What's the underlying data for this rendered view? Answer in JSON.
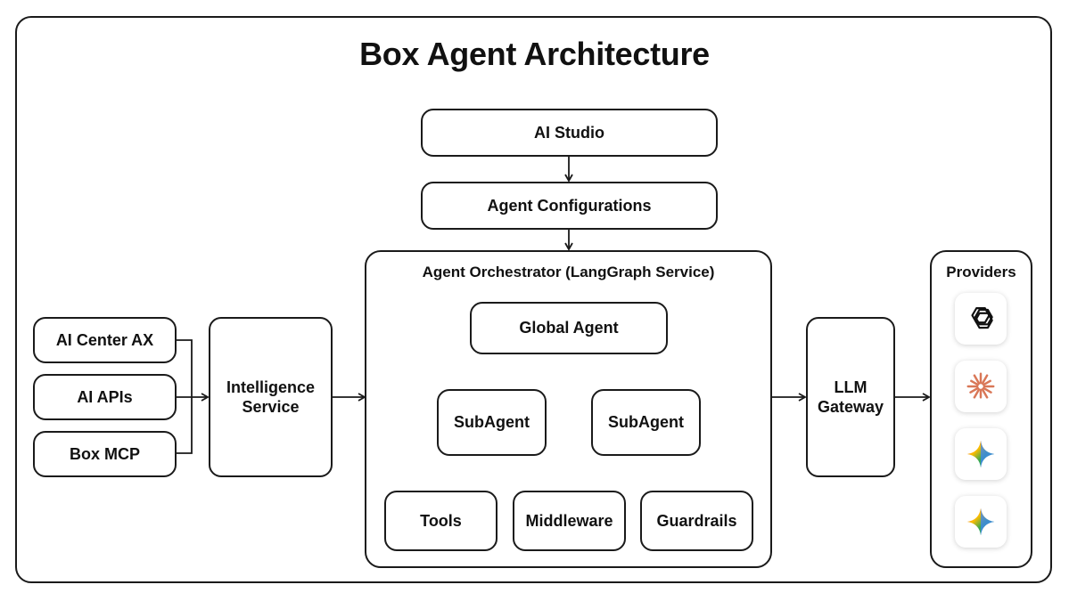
{
  "title": "Box Agent Architecture",
  "top": {
    "ai_studio": "AI Studio",
    "agent_configurations": "Agent Configurations"
  },
  "inputs": {
    "ai_center_ax": "AI Center AX",
    "ai_apis": "AI APIs",
    "box_mcp": "Box MCP"
  },
  "intelligence_service": {
    "line1": "Intelligence",
    "line2": "Service"
  },
  "orchestrator": {
    "label": "Agent Orchestrator (LangGraph Service)",
    "global_agent": "Global Agent",
    "subagent_left": "SubAgent",
    "subagent_right": "SubAgent",
    "tools": "Tools",
    "middleware": "Middleware",
    "guardrails": "Guardrails"
  },
  "llm_gateway": {
    "line1": "LLM",
    "line2": "Gateway"
  },
  "providers": {
    "label": "Providers",
    "icons": [
      "openai-icon",
      "anthropic-icon",
      "gemini-icon",
      "gemini-icon"
    ]
  },
  "colors": {
    "stroke": "#1a1a1a",
    "anthropic": "#D97757",
    "gemini_blue": "#4285F4",
    "gemini_red": "#EA4335",
    "gemini_yellow": "#FBBC04",
    "gemini_green": "#34A853"
  }
}
